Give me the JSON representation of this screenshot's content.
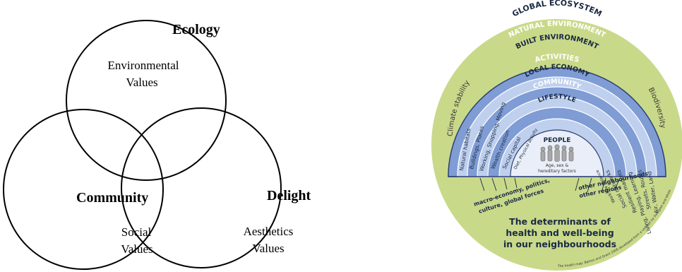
{
  "venn": {
    "circles": [
      "ecology-circle",
      "community-circle",
      "delight-circle"
    ],
    "labels": {
      "ecology_title": "Ecology",
      "ecology_desc_line1": "Environmental",
      "ecology_desc_line2": "Values",
      "community_title": "Community",
      "community_desc_line1": "Social",
      "community_desc_line2": "Values",
      "delight_title": "Delight",
      "delight_desc_line1": "Aesthetics",
      "delight_desc_line2": "Values"
    }
  },
  "health_map": {
    "colors": {
      "outer_disc": "#c9d98a",
      "band_dark": "#7f9cd4",
      "band_light": "#bfd0ee",
      "band_stroke": "#ffffff",
      "text_dark": "#1a2a44",
      "outline": "#2b3f73"
    },
    "title_top": "GLOBAL ECOSYSTEM",
    "left_side_label": "Climate stability",
    "right_side_label": "Biodiversity",
    "bands": [
      "NATURAL ENVIRONMENT",
      "BUILT ENVIRONMENT",
      "ACTIVITIES",
      "LOCAL ECONOMY",
      "COMMUNITY",
      "LIFESTYLE",
      "PEOPLE"
    ],
    "radial_labels_left": [
      "Natural habitats",
      "Buildings, Places",
      "Working, Shopping, Moving",
      "Wealth creation",
      "Social capital",
      "Diet, Physical activity"
    ],
    "radial_labels_right": [
      "Air, Water, Land",
      "Streets, Routes",
      "Living, Playing, Learning",
      "Resilient markets",
      "Social networks",
      "Work-life balance"
    ],
    "people_caption_line1": "Age, sex &",
    "people_caption_line2": "hereditary factors",
    "bottom_left_text_line1": "macro-economy, politics,",
    "bottom_left_text_line2": "culture, global forces",
    "bottom_right_text_line1": "other neighbourhoods",
    "bottom_right_text_line2": "other regions",
    "summary_line1": "The determinants of",
    "summary_line2": "health and well-being",
    "summary_line3": "in our neighbourhoods",
    "credit_line": "The health map: Barton and Grant 2006 developed from a concept by Dahlgren and Whitehead 1991"
  }
}
